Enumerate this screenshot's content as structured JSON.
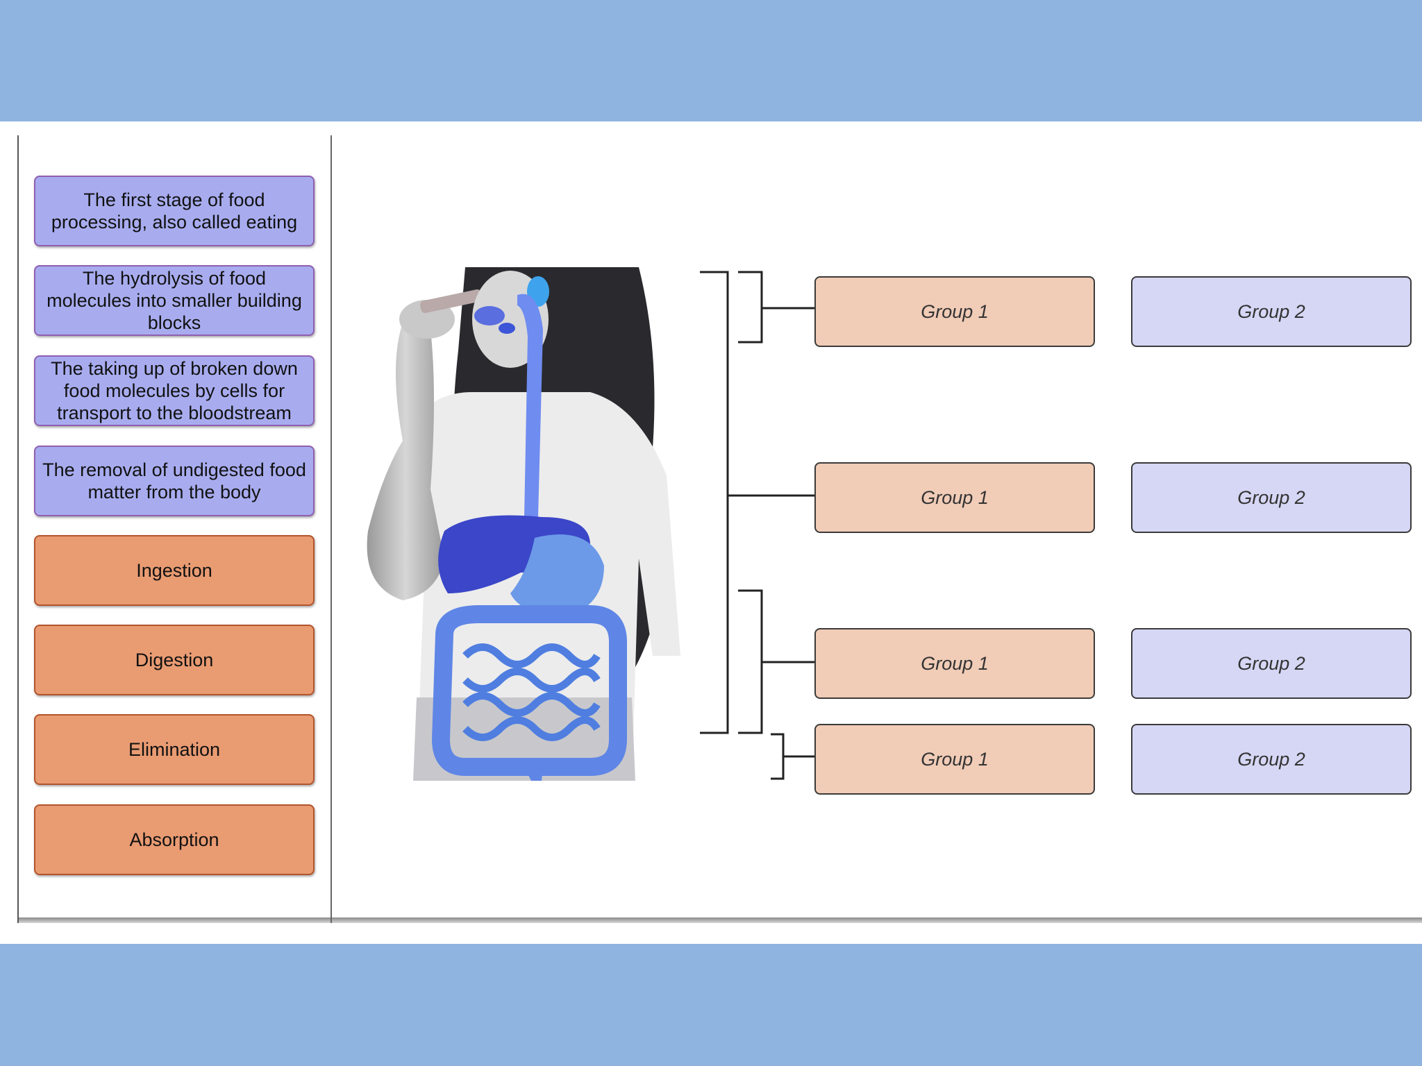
{
  "definitions": [
    {
      "text": "The first stage of food processing, also called eating"
    },
    {
      "text": "The hydrolysis of food molecules into smaller building blocks"
    },
    {
      "text": "The taking up of broken down food molecules by cells for transport to the bloodstream"
    },
    {
      "text": "The removal of undigested food matter from the body"
    }
  ],
  "terms": [
    {
      "text": "Ingestion"
    },
    {
      "text": "Digestion"
    },
    {
      "text": "Elimination"
    },
    {
      "text": "Absorption"
    }
  ],
  "targets": [
    {
      "group1": "Group 1",
      "group2": "Group 2"
    },
    {
      "group1": "Group 1",
      "group2": "Group 2"
    },
    {
      "group1": "Group 1",
      "group2": "Group 2"
    },
    {
      "group1": "Group 1",
      "group2": "Group 2"
    }
  ],
  "colors": {
    "background": "#8fb4e0",
    "definition_card": "#a8acef",
    "term_card": "#e99b72",
    "group1_zone": "#f1ccb7",
    "group2_zone": "#d6d7f5"
  }
}
